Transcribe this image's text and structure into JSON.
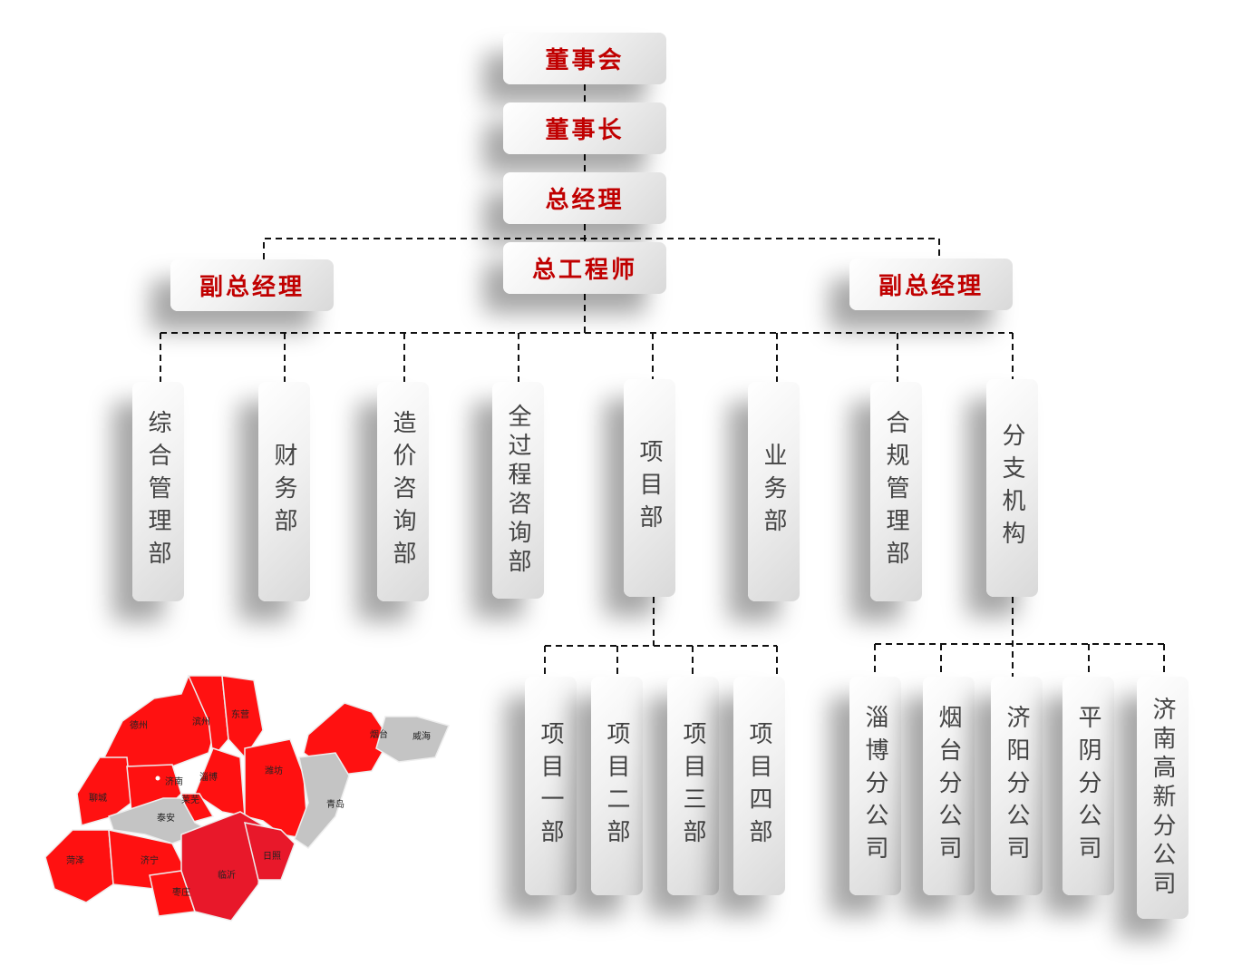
{
  "top": {
    "board": "董事会",
    "chairman": "董事长",
    "gm": "总经理",
    "chief_engineer": "总工程师",
    "vgm_left": "副总经理",
    "vgm_right": "副总经理"
  },
  "departments": [
    "综合管理部",
    "财务部",
    "造价咨询部",
    "全过程咨询部",
    "项目部",
    "业务部",
    "合规管理部",
    "分支机构"
  ],
  "project_units": [
    "项目一部",
    "项目二部",
    "项目三部",
    "项目四部"
  ],
  "branches": [
    "淄博分公司",
    "烟台分公司",
    "济阳分公司",
    "平阴分公司",
    "济南高新分公司"
  ],
  "map": {
    "labels": [
      "德州",
      "滨州",
      "东营",
      "烟台",
      "威海",
      "潍坊",
      "青岛",
      "聊城",
      "济南",
      "淄博",
      "莱芜",
      "泰安",
      "菏泽",
      "济宁",
      "枣庄",
      "临沂",
      "日照"
    ],
    "colors": {
      "active": "#ff1111",
      "highlight": "#e8182a",
      "inactive": "#c4c4c4"
    }
  },
  "colors": {
    "title_text": "#c00000",
    "body_text": "#444444"
  }
}
